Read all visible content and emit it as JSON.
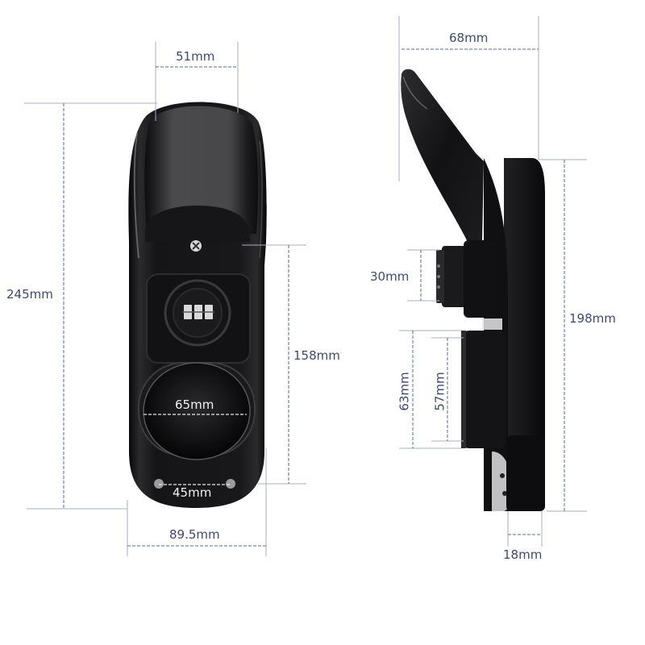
{
  "colors": {
    "dimension_text": "#3e4a6b",
    "dimension_line": "#5a6a8e",
    "extension_line": "#a8afbd",
    "product_body": "#0e0e10",
    "product_highlight": "#4a4a4d",
    "background": "#ffffff"
  },
  "front_view": {
    "dimensions": {
      "top_width": "51mm",
      "total_height": "245mm",
      "lower_height": "158mm",
      "holder_diameter": "65mm",
      "screw_spacing": "45mm",
      "base_width": "89.5mm"
    },
    "parts": {
      "combination_lock_digits": 3
    }
  },
  "side_view": {
    "dimensions": {
      "overall_depth": "68mm",
      "lock_height": "30mm",
      "body_height": "198mm",
      "cup_outer_height": "63mm",
      "cup_inner_height": "57mm",
      "base_thickness": "18mm"
    }
  }
}
